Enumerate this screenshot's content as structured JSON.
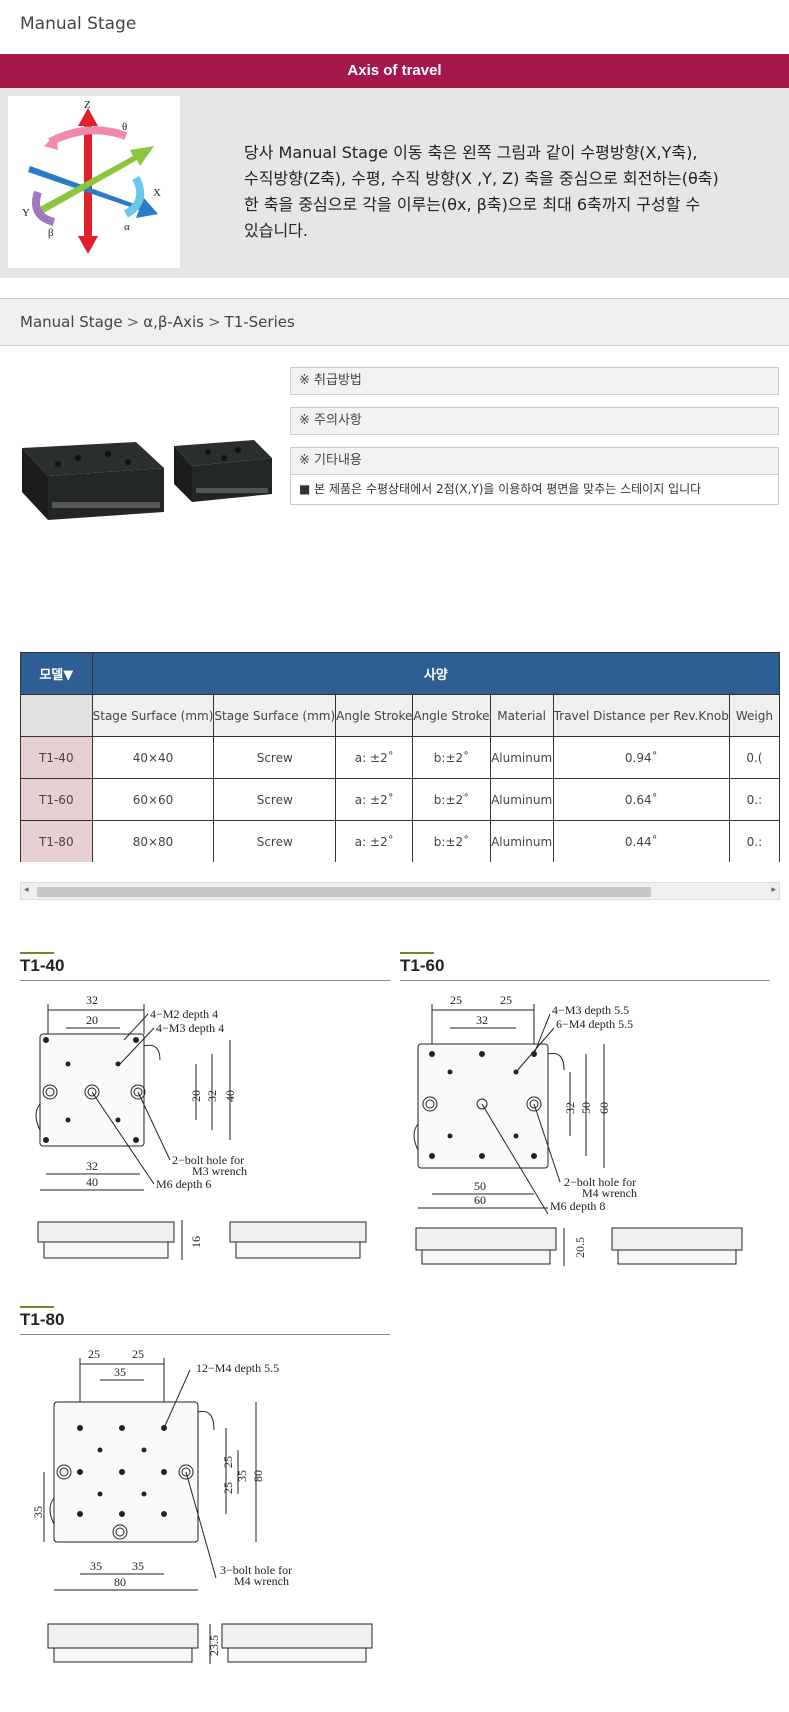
{
  "page": {
    "title": "Manual Stage"
  },
  "axis": {
    "bar_title": "Axis of travel",
    "labels": {
      "z": "Z",
      "theta": "θ",
      "x": "X",
      "y": "Y",
      "alpha": "α",
      "beta": "β"
    },
    "description_lines": [
      "당사 Manual Stage 이동 축은 왼쪽 그림과 같이 수평방향(X,Y축),",
      "수직방향(Z축), 수평, 수직 방향(X ,Y, Z) 축을 중심으로 회전하는(θ축)",
      "한 축을 중심으로 각을 이루는(θx, β축)으로 최대 6축까지 구성할 수",
      "있습니다."
    ]
  },
  "breadcrumb": {
    "items": [
      "Manual Stage",
      "α,β-Axis",
      "T1-Series"
    ],
    "separator": ">"
  },
  "info": {
    "handling": "※ 취급방법",
    "caution": "※ 주의사항",
    "other": "※ 기타내용",
    "description": "■ 본 제품은 수평상태에서 2점(X,Y)을 이용하여 평면을 맞추는 스테이지 입니다"
  },
  "spec_table": {
    "model_header": "모델▼",
    "spec_header": "사양",
    "columns": [
      "Stage Surface (mm)",
      "Stage Surface (mm)",
      "Angle Stroke",
      "Angle Stroke",
      "Material",
      "Travel Distance per Rev.Knob",
      "Weigh"
    ],
    "rows": [
      {
        "model": "T1-40",
        "cells": [
          "40×40",
          "Screw",
          "a: ±2˚",
          "b:±2˚",
          "Aluminum",
          "0.94˚",
          "0.("
        ]
      },
      {
        "model": "T1-60",
        "cells": [
          "60×60",
          "Screw",
          "a: ±2˚",
          "b:±2˚",
          "Aluminum",
          "0.64˚",
          "0.:"
        ]
      },
      {
        "model": "T1-80",
        "cells": [
          "80×80",
          "Screw",
          "a: ±2˚",
          "b:±2˚",
          "Aluminum",
          "0.44˚",
          "0.:"
        ]
      }
    ]
  },
  "scrollbar": {
    "left_arrow": "◂",
    "right_arrow": "▸"
  },
  "drawings": {
    "t140": {
      "title": "T1-40",
      "dims": [
        "32",
        "20",
        "4−M2 depth 4",
        "4−M3 depth 4",
        "20",
        "32",
        "40",
        "32",
        "40",
        "2−bolt hole for",
        "M3 wrench",
        "M6 depth 6",
        "16"
      ]
    },
    "t160": {
      "title": "T1-60",
      "dims": [
        "25",
        "25",
        "32",
        "4−M3 depth 5.5",
        "6−M4 depth 5.5",
        "32",
        "50",
        "60",
        "50",
        "60",
        "2−bolt hole for",
        "M4 wrench",
        "M6 depth 8",
        "20.5"
      ]
    },
    "t180": {
      "title": "T1-80",
      "dims": [
        "25",
        "25",
        "35",
        "12−M4 depth 5.5",
        "25",
        "25",
        "35",
        "80",
        "35",
        "35",
        "35",
        "80",
        "3−bolt hole for",
        "M4 wrench",
        "23.5"
      ]
    }
  }
}
